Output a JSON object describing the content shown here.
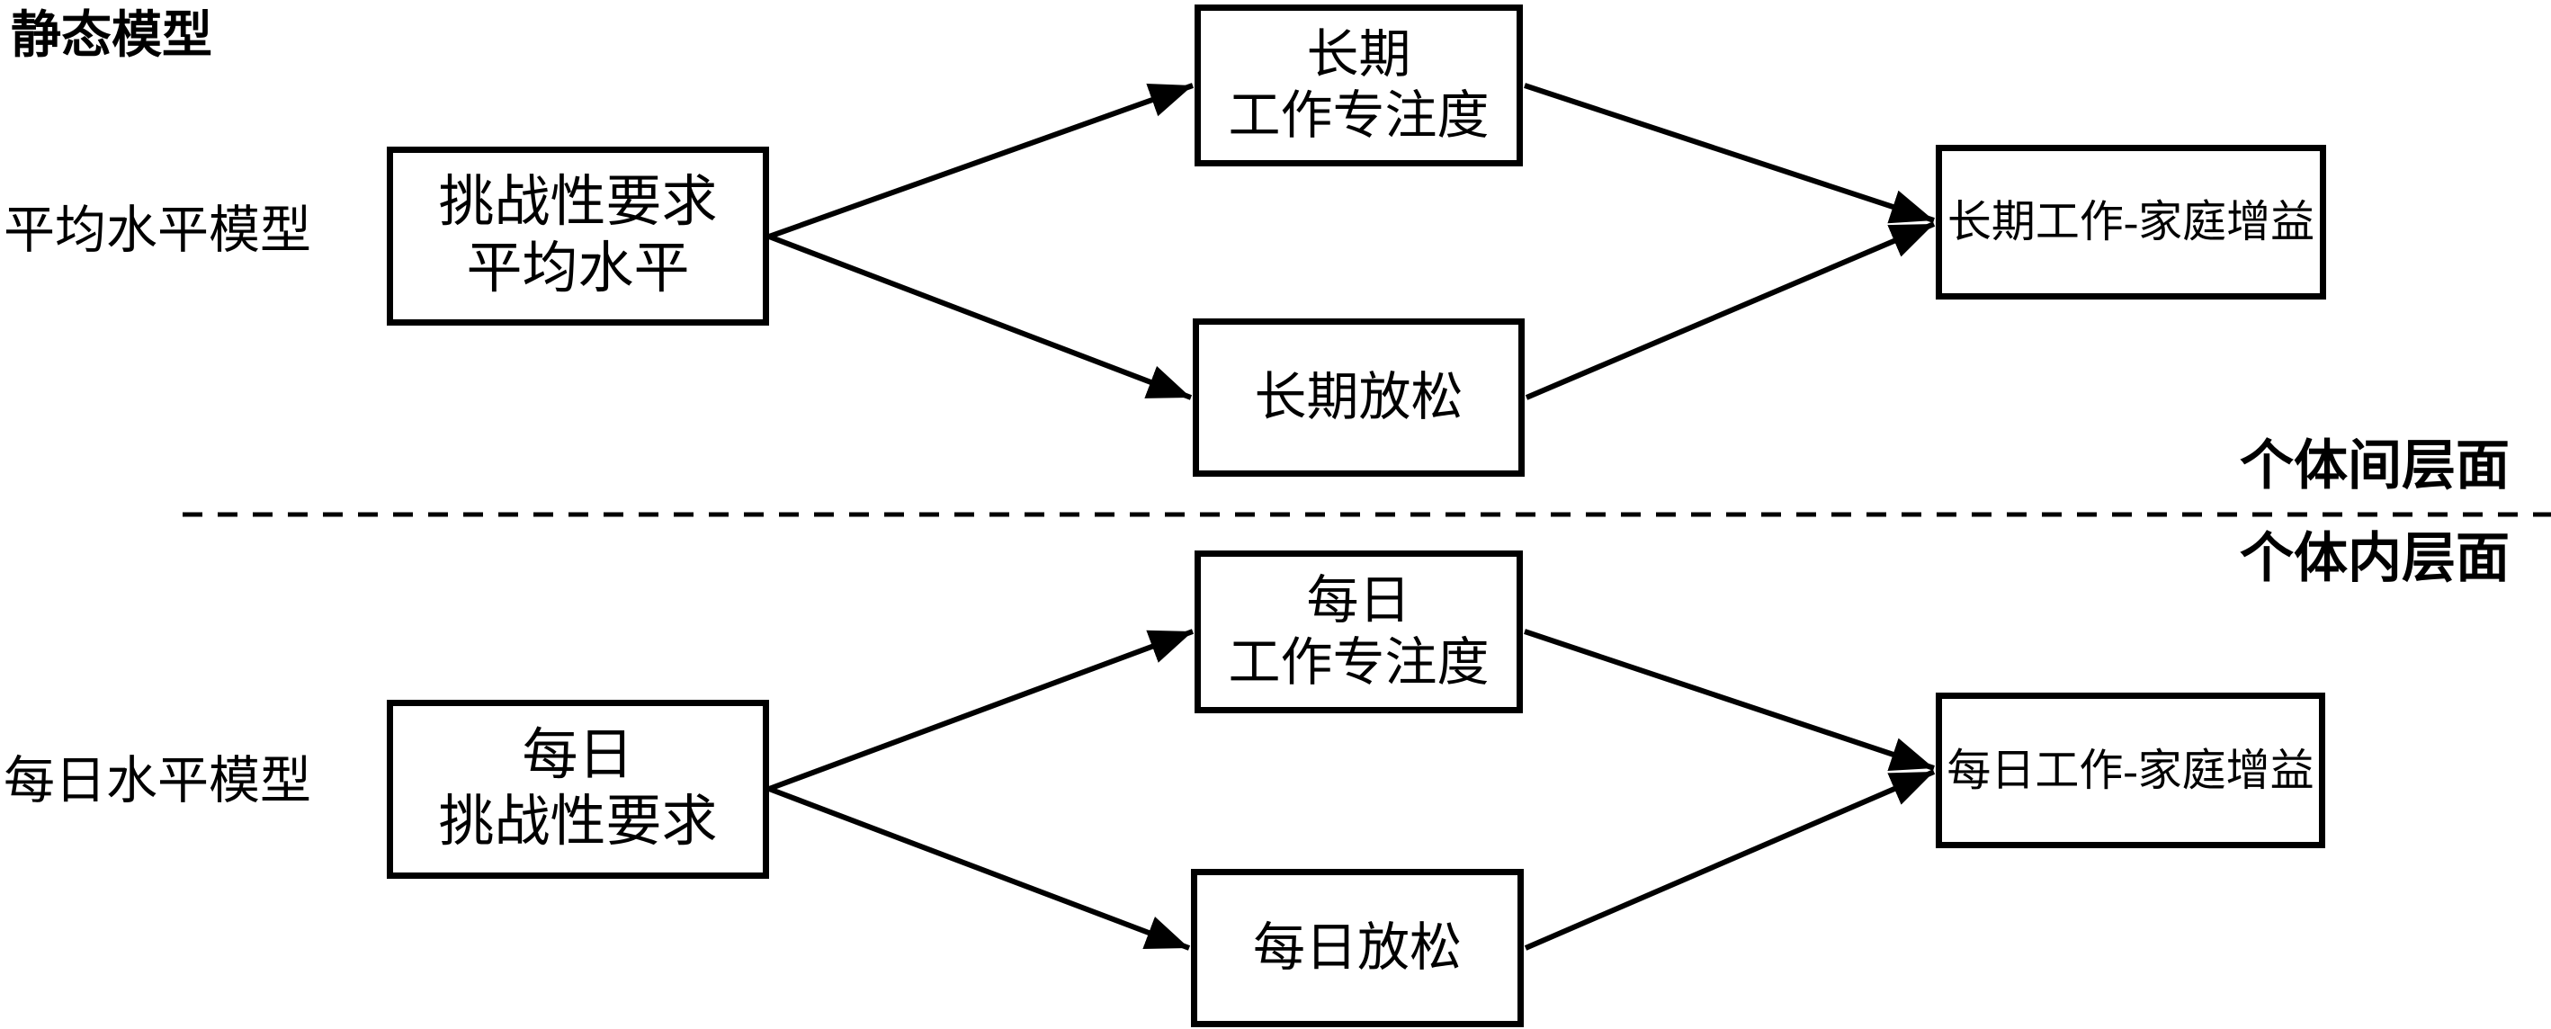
{
  "diagram": {
    "title": "静态模型",
    "rows": {
      "average_label": "平均水平模型",
      "daily_label": "每日水平模型"
    },
    "levels": {
      "between_label": "个体间层面",
      "within_label": "个体内层面"
    },
    "boxes": {
      "avg_demands": {
        "line1": "挑战性要求",
        "line2": "平均水平"
      },
      "lt_engagement": {
        "line1": "长期",
        "line2": "工作专注度"
      },
      "lt_relax": {
        "line1": "长期放松"
      },
      "lt_gain": {
        "line1": "长期工作-家庭增益"
      },
      "daily_demands": {
        "line1": "每日",
        "line2": "挑战性要求"
      },
      "daily_engagement": {
        "line1": "每日",
        "line2": "工作专注度"
      },
      "daily_relax": {
        "line1": "每日放松"
      },
      "daily_gain": {
        "line1": "每日工作-家庭增益"
      }
    },
    "colors": {
      "ink": "#000000",
      "background": "#ffffff"
    }
  }
}
